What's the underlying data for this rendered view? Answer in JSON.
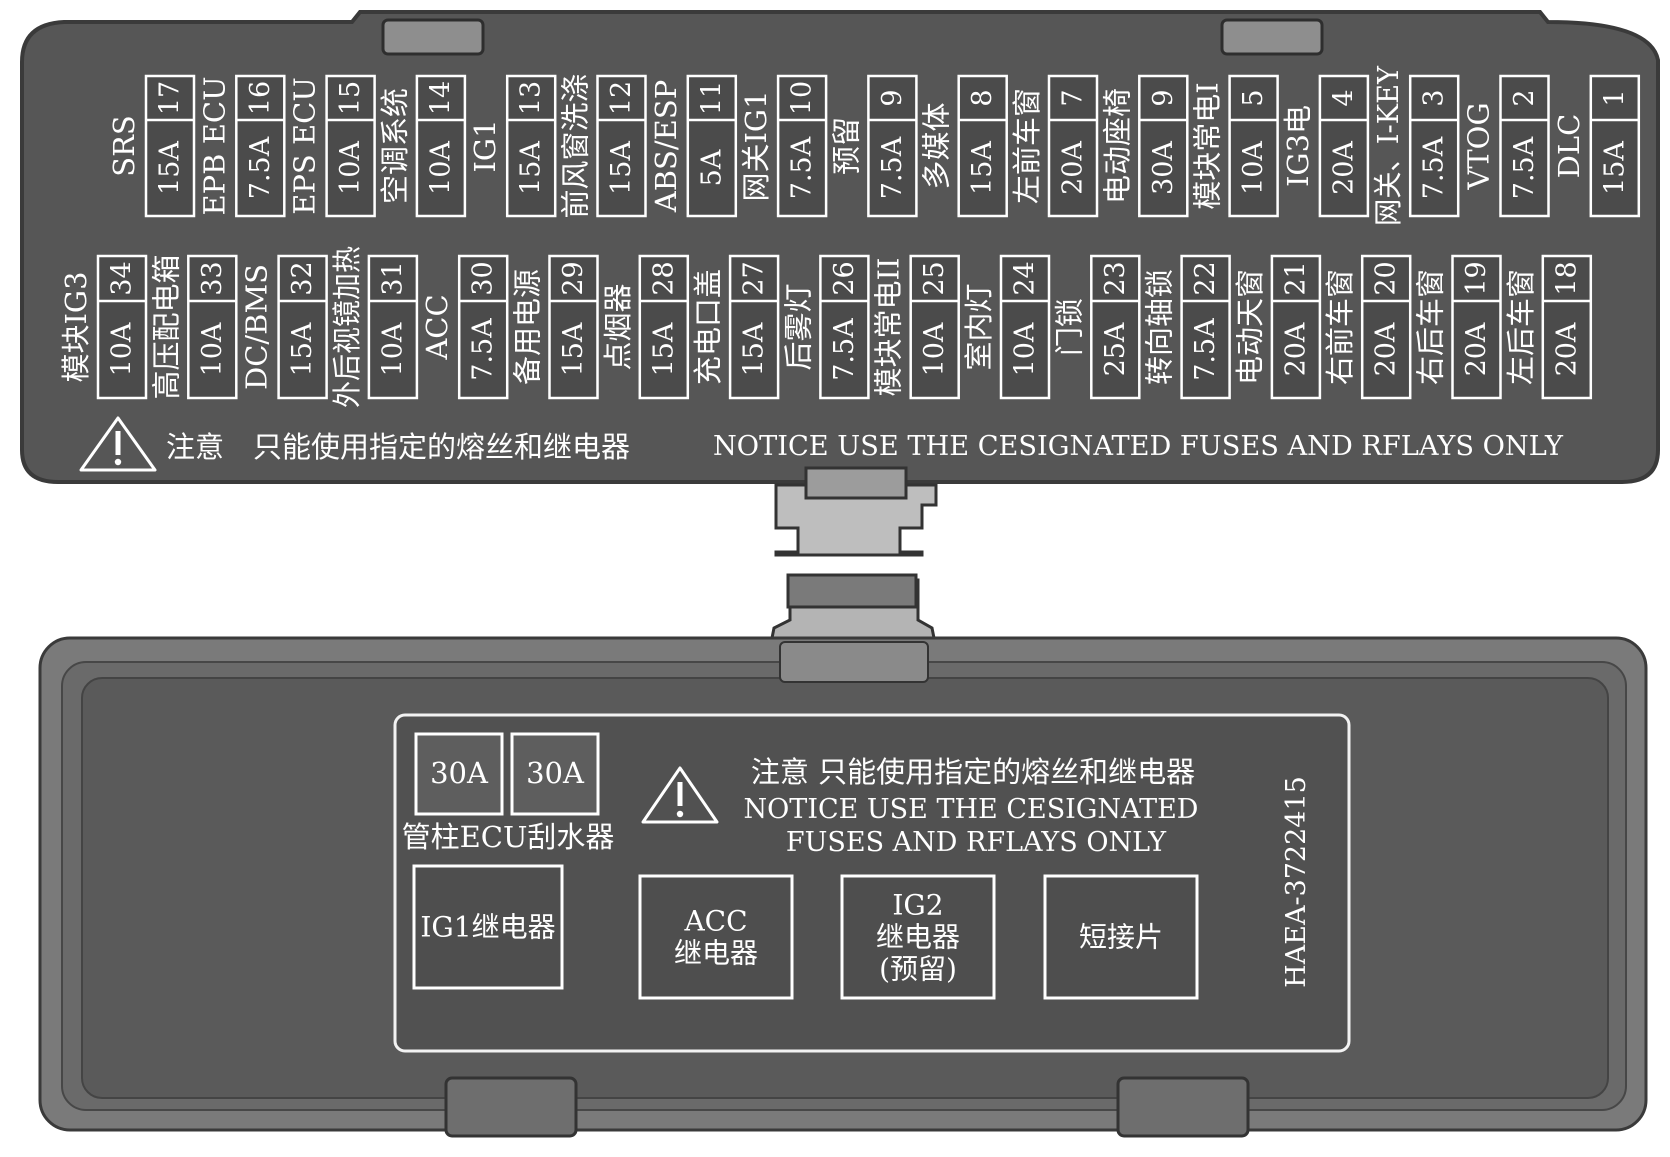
{
  "upper_cover": {
    "row1": [
      {
        "num": "17",
        "amp": "15A",
        "label": "SRS"
      },
      {
        "num": "16",
        "amp": "7.5A",
        "label": "EPB ECU"
      },
      {
        "num": "15",
        "amp": "10A",
        "label": "EPS ECU"
      },
      {
        "num": "14",
        "amp": "10A",
        "label": "空调系统"
      },
      {
        "num": "13",
        "amp": "15A",
        "label": "IG1"
      },
      {
        "num": "12",
        "amp": "15A",
        "label": "前风窗洗涤"
      },
      {
        "num": "11",
        "amp": "5A",
        "label": "ABS/ESP"
      },
      {
        "num": "10",
        "amp": "7.5A",
        "label": "网关IG1"
      },
      {
        "num": "9",
        "amp": "7.5A",
        "label": "预留"
      },
      {
        "num": "8",
        "amp": "15A",
        "label": "多媒体"
      },
      {
        "num": "7",
        "amp": "20A",
        "label": "左前车窗"
      },
      {
        "num": "9",
        "amp": "30A",
        "label": "电动座椅"
      },
      {
        "num": "5",
        "amp": "10A",
        "label": "模块常电I"
      },
      {
        "num": "4",
        "amp": "20A",
        "label": "IG3电"
      },
      {
        "num": "3",
        "amp": "7.5A",
        "label": "网关、I-KEY"
      },
      {
        "num": "2",
        "amp": "7.5A",
        "label": "VTOG"
      },
      {
        "num": "1",
        "amp": "15A",
        "label": "DLC"
      }
    ],
    "row2": [
      {
        "num": "34",
        "amp": "10A",
        "label": "模块IG3"
      },
      {
        "num": "33",
        "amp": "10A",
        "label": "高压配电箱"
      },
      {
        "num": "32",
        "amp": "15A",
        "label": "DC/BMS"
      },
      {
        "num": "31",
        "amp": "10A",
        "label": "外后视镜加热"
      },
      {
        "num": "30",
        "amp": "7.5A",
        "label": "ACC"
      },
      {
        "num": "29",
        "amp": "15A",
        "label": "备用电源"
      },
      {
        "num": "28",
        "amp": "15A",
        "label": "点烟器"
      },
      {
        "num": "27",
        "amp": "15A",
        "label": "充电口盖"
      },
      {
        "num": "26",
        "amp": "7.5A",
        "label": "后雾灯"
      },
      {
        "num": "25",
        "amp": "10A",
        "label": "模块常电II"
      },
      {
        "num": "24",
        "amp": "10A",
        "label": "室内灯"
      },
      {
        "num": "23",
        "amp": "25A",
        "label": "门锁"
      },
      {
        "num": "22",
        "amp": "7.5A",
        "label": "转向轴锁"
      },
      {
        "num": "21",
        "amp": "20A",
        "label": "电动天窗"
      },
      {
        "num": "20",
        "amp": "20A",
        "label": "右前车窗"
      },
      {
        "num": "19",
        "amp": "20A",
        "label": "右后车窗"
      },
      {
        "num": "18",
        "amp": "20A",
        "label": "左后车窗"
      }
    ],
    "notice_cn": "注意　只能使用指定的熔丝和继电器",
    "notice_en": "NOTICE USE THE CESIGNATED FUSES AND RFLAYS ONLY"
  },
  "lower_cover": {
    "fuses": [
      {
        "amp": "30A"
      },
      {
        "amp": "30A"
      }
    ],
    "fuse_caption": "管柱ECU刮水器",
    "notice_cn": "注意 只能使用指定的熔丝和继电器",
    "notice_en_line1": "NOTICE USE THE CESIGNATED",
    "notice_en_line2": "FUSES AND RFLAYS ONLY",
    "relays": [
      {
        "lines": [
          "IG1继电器"
        ]
      },
      {
        "lines": [
          "ACC",
          "继电器"
        ]
      },
      {
        "lines": [
          "IG2",
          "继电器",
          "(预留)"
        ]
      },
      {
        "lines": [
          "短接片"
        ]
      }
    ],
    "part_number": "HAEA-3722415"
  }
}
